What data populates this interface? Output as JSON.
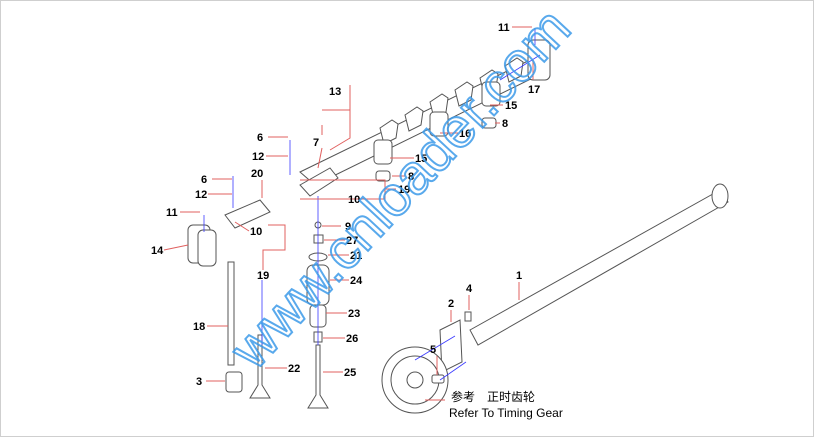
{
  "watermark": "www.cnloader.com",
  "caption": {
    "chinese": "参考　正时齿轮",
    "english": "Refer To Timing Gear"
  },
  "callouts": [
    "11",
    "17",
    "15",
    "8",
    "16",
    "13",
    "7",
    "15",
    "6",
    "12",
    "19",
    "8",
    "20",
    "10",
    "6",
    "12",
    "11",
    "10",
    "9",
    "27",
    "21",
    "24",
    "14",
    "19",
    "23",
    "26",
    "18",
    "22",
    "25",
    "3",
    "1",
    "2",
    "4",
    "5"
  ]
}
